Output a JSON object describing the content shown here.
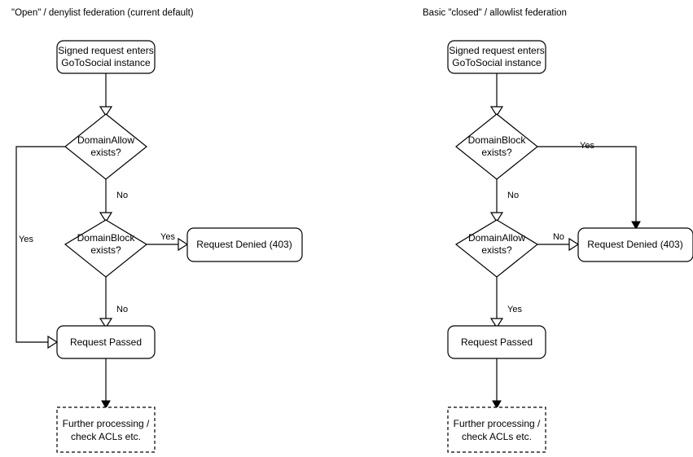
{
  "diagram": {
    "title_left": "\"Open\" / denylist federation (current default)",
    "title_right": "Basic \"closed\" / allowlist federation",
    "colors": {
      "stroke": "#000000",
      "fill": "#ffffff",
      "text": "#000000",
      "background": "#ffffff"
    },
    "columns": [
      {
        "id": "open-denylist",
        "title": "\"Open\" / denylist federation (current default)",
        "nodes": [
          {
            "id": "entry",
            "shape": "rounded-rect",
            "line1": "Signed request enters",
            "line2": "GoToSocial instance"
          },
          {
            "id": "allow",
            "shape": "diamond",
            "line1": "DomainAllow",
            "line2": "exists?"
          },
          {
            "id": "block",
            "shape": "diamond",
            "line1": "DomainBlock",
            "line2": "exists?"
          },
          {
            "id": "denied",
            "shape": "rounded-rect",
            "line1": "Request Denied (403)",
            "line2": ""
          },
          {
            "id": "passed",
            "shape": "rounded-rect",
            "line1": "Request Passed",
            "line2": ""
          },
          {
            "id": "further",
            "shape": "dashed-rect",
            "line1": "Further processing /",
            "line2": "check ACLs etc."
          }
        ],
        "edges": [
          {
            "from": "entry",
            "to": "allow",
            "label": "",
            "arrow": "open"
          },
          {
            "from": "allow",
            "to": "passed",
            "label": "Yes",
            "arrow": "open"
          },
          {
            "from": "allow",
            "to": "block",
            "label": "No",
            "arrow": "open"
          },
          {
            "from": "block",
            "to": "denied",
            "label": "Yes",
            "arrow": "open"
          },
          {
            "from": "block",
            "to": "passed",
            "label": "No",
            "arrow": "open"
          },
          {
            "from": "passed",
            "to": "further",
            "label": "",
            "arrow": "solid"
          }
        ]
      },
      {
        "id": "closed-allowlist",
        "title": "Basic \"closed\" / allowlist federation",
        "nodes": [
          {
            "id": "entry",
            "shape": "rounded-rect",
            "line1": "Signed request enters",
            "line2": "GoToSocial instance"
          },
          {
            "id": "block",
            "shape": "diamond",
            "line1": "DomainBlock",
            "line2": "exists?"
          },
          {
            "id": "allow",
            "shape": "diamond",
            "line1": "DomainAllow",
            "line2": "exists?"
          },
          {
            "id": "denied",
            "shape": "rounded-rect",
            "line1": "Request Denied (403)",
            "line2": ""
          },
          {
            "id": "passed",
            "shape": "rounded-rect",
            "line1": "Request Passed",
            "line2": ""
          },
          {
            "id": "further",
            "shape": "dashed-rect",
            "line1": "Further processing /",
            "line2": "check ACLs etc."
          }
        ],
        "edges": [
          {
            "from": "entry",
            "to": "block",
            "label": "",
            "arrow": "open"
          },
          {
            "from": "block",
            "to": "denied",
            "label": "Yes",
            "arrow": "solid"
          },
          {
            "from": "block",
            "to": "allow",
            "label": "No",
            "arrow": "open"
          },
          {
            "from": "allow",
            "to": "denied",
            "label": "No",
            "arrow": "open"
          },
          {
            "from": "allow",
            "to": "passed",
            "label": "Yes",
            "arrow": "open"
          },
          {
            "from": "passed",
            "to": "further",
            "label": "",
            "arrow": "solid"
          }
        ]
      }
    ],
    "labels": {
      "yes": "Yes",
      "no": "No",
      "left_entry_l1": "Signed request enters",
      "left_entry_l2": "GoToSocial instance",
      "left_allow_l1": "DomainAllow",
      "left_allow_l2": "exists?",
      "left_block_l1": "DomainBlock",
      "left_block_l2": "exists?",
      "left_denied": "Request Denied (403)",
      "left_passed": "Request Passed",
      "left_further_l1": "Further processing /",
      "left_further_l2": "check ACLs etc.",
      "left_edge_allow_yes": "Yes",
      "left_edge_allow_no": "No",
      "left_edge_block_yes": "Yes",
      "left_edge_block_no": "No",
      "right_entry_l1": "Signed request enters",
      "right_entry_l2": "GoToSocial instance",
      "right_block_l1": "DomainBlock",
      "right_block_l2": "exists?",
      "right_allow_l1": "DomainAllow",
      "right_allow_l2": "exists?",
      "right_denied": "Request Denied (403)",
      "right_passed": "Request Passed",
      "right_further_l1": "Further processing /",
      "right_further_l2": "check ACLs etc.",
      "right_edge_block_yes": "Yes",
      "right_edge_block_no": "No",
      "right_edge_allow_no": "No",
      "right_edge_allow_yes": "Yes"
    }
  }
}
